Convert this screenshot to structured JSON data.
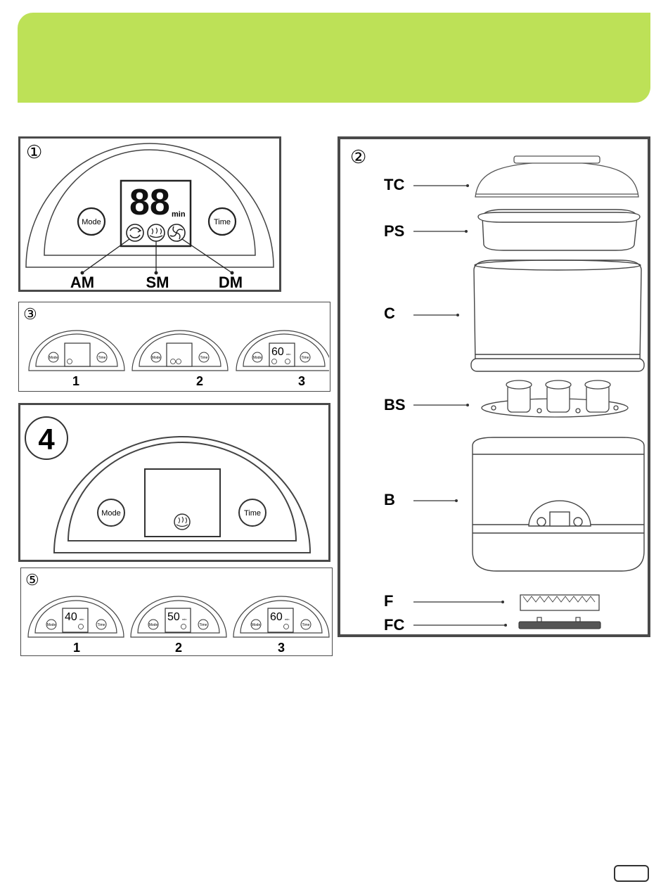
{
  "panel1": {
    "number": "①",
    "digits": "88",
    "unit": "min",
    "mode_label": "Mode",
    "time_label": "Time",
    "labels": {
      "am": "AM",
      "sm": "SM",
      "dm": "DM"
    }
  },
  "panel2": {
    "number": "②",
    "parts": [
      {
        "code": "TC"
      },
      {
        "code": "PS"
      },
      {
        "code": "C"
      },
      {
        "code": "BS"
      },
      {
        "code": "B"
      },
      {
        "code": "F"
      },
      {
        "code": "FC"
      }
    ]
  },
  "panel3": {
    "number": "③",
    "mode_label": "Mode",
    "time_label": "Time",
    "items": [
      {
        "num": "1"
      },
      {
        "num": "2"
      },
      {
        "num": "3",
        "digits": "60",
        "unit": "min"
      }
    ]
  },
  "panel4": {
    "number": "4",
    "mode_label": "Mode",
    "time_label": "Time"
  },
  "panel5": {
    "number": "⑤",
    "mode_label": "Mode",
    "time_label": "Time",
    "items": [
      {
        "num": "1",
        "digits": "40",
        "unit": "min"
      },
      {
        "num": "2",
        "digits": "50",
        "unit": "min"
      },
      {
        "num": "3",
        "digits": "60",
        "unit": "min"
      }
    ]
  }
}
